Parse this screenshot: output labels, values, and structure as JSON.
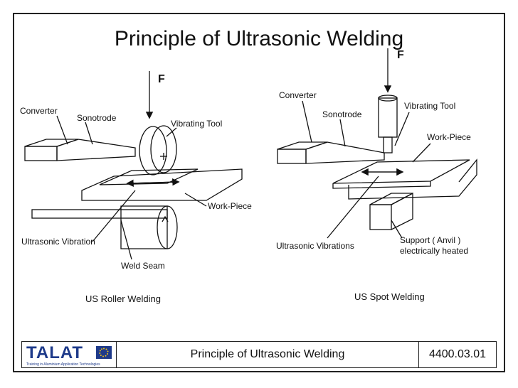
{
  "title": "Principle of Ultrasonic Welding",
  "left_diagram": {
    "force": "F",
    "converter": "Converter",
    "sonotrode": "Sonotrode",
    "vibrating_tool": "Vibrating Tool",
    "work_piece": "Work-Piece",
    "ultrasonic_vibration": "Ultrasonic Vibration",
    "weld_seam": "Weld Seam",
    "caption": "US Roller Welding"
  },
  "right_diagram": {
    "force": "F",
    "converter": "Converter",
    "sonotrode": "Sonotrode",
    "vibrating_tool": "Vibrating Tool",
    "work_piece": "Work-Piece",
    "ultrasonic_vibrations": "Ultrasonic Vibrations",
    "support_line1": "Support ( Anvil )",
    "support_line2": "electrically heated",
    "caption": "US Spot Welding"
  },
  "footer": {
    "logo_text": "TALAT",
    "logo_subtitle": "Training in Aluminium Application Technologies",
    "title": "Principle of Ultrasonic Welding",
    "code": "4400.03.01"
  },
  "colors": {
    "logo_blue": "#1e3a8a",
    "line": "#111111"
  }
}
